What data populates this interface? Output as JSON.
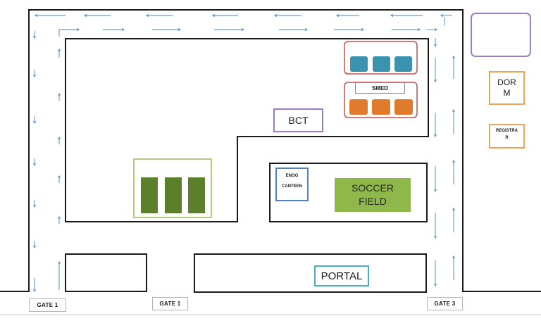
{
  "colors": {
    "road_outline": "#1a1a1a",
    "arrow": "#4a7fc0",
    "purple": "#9d7ec2",
    "teal_block": "#3b93b0",
    "orange_block": "#e07b2c",
    "red_border": "#c0504d",
    "green_block": "#5b7f2b",
    "green_border": "#9bbb59",
    "soccer_fill": "#8fb84a",
    "orange_border": "#f0a15a",
    "canteen_border": "#4f81bd",
    "portal_border": "#4bacc6",
    "gate_border": "#b5b5b5"
  },
  "buildings": {
    "smed": "SMED",
    "bct": "BCT",
    "engg_canteen_line1": "ENGG",
    "engg_canteen_line2": "CANTEEN",
    "soccer_line1": "SOCCER",
    "soccer_line2": "FIELD",
    "portal": "PORTAL",
    "dorm_line1": "DOR",
    "dorm_line2": "M",
    "registrar_line1": "REGISTRA",
    "registrar_line2": "R"
  },
  "gates": {
    "left": "GATE 1",
    "middle": "GATE 1",
    "right": "GATE 3"
  }
}
